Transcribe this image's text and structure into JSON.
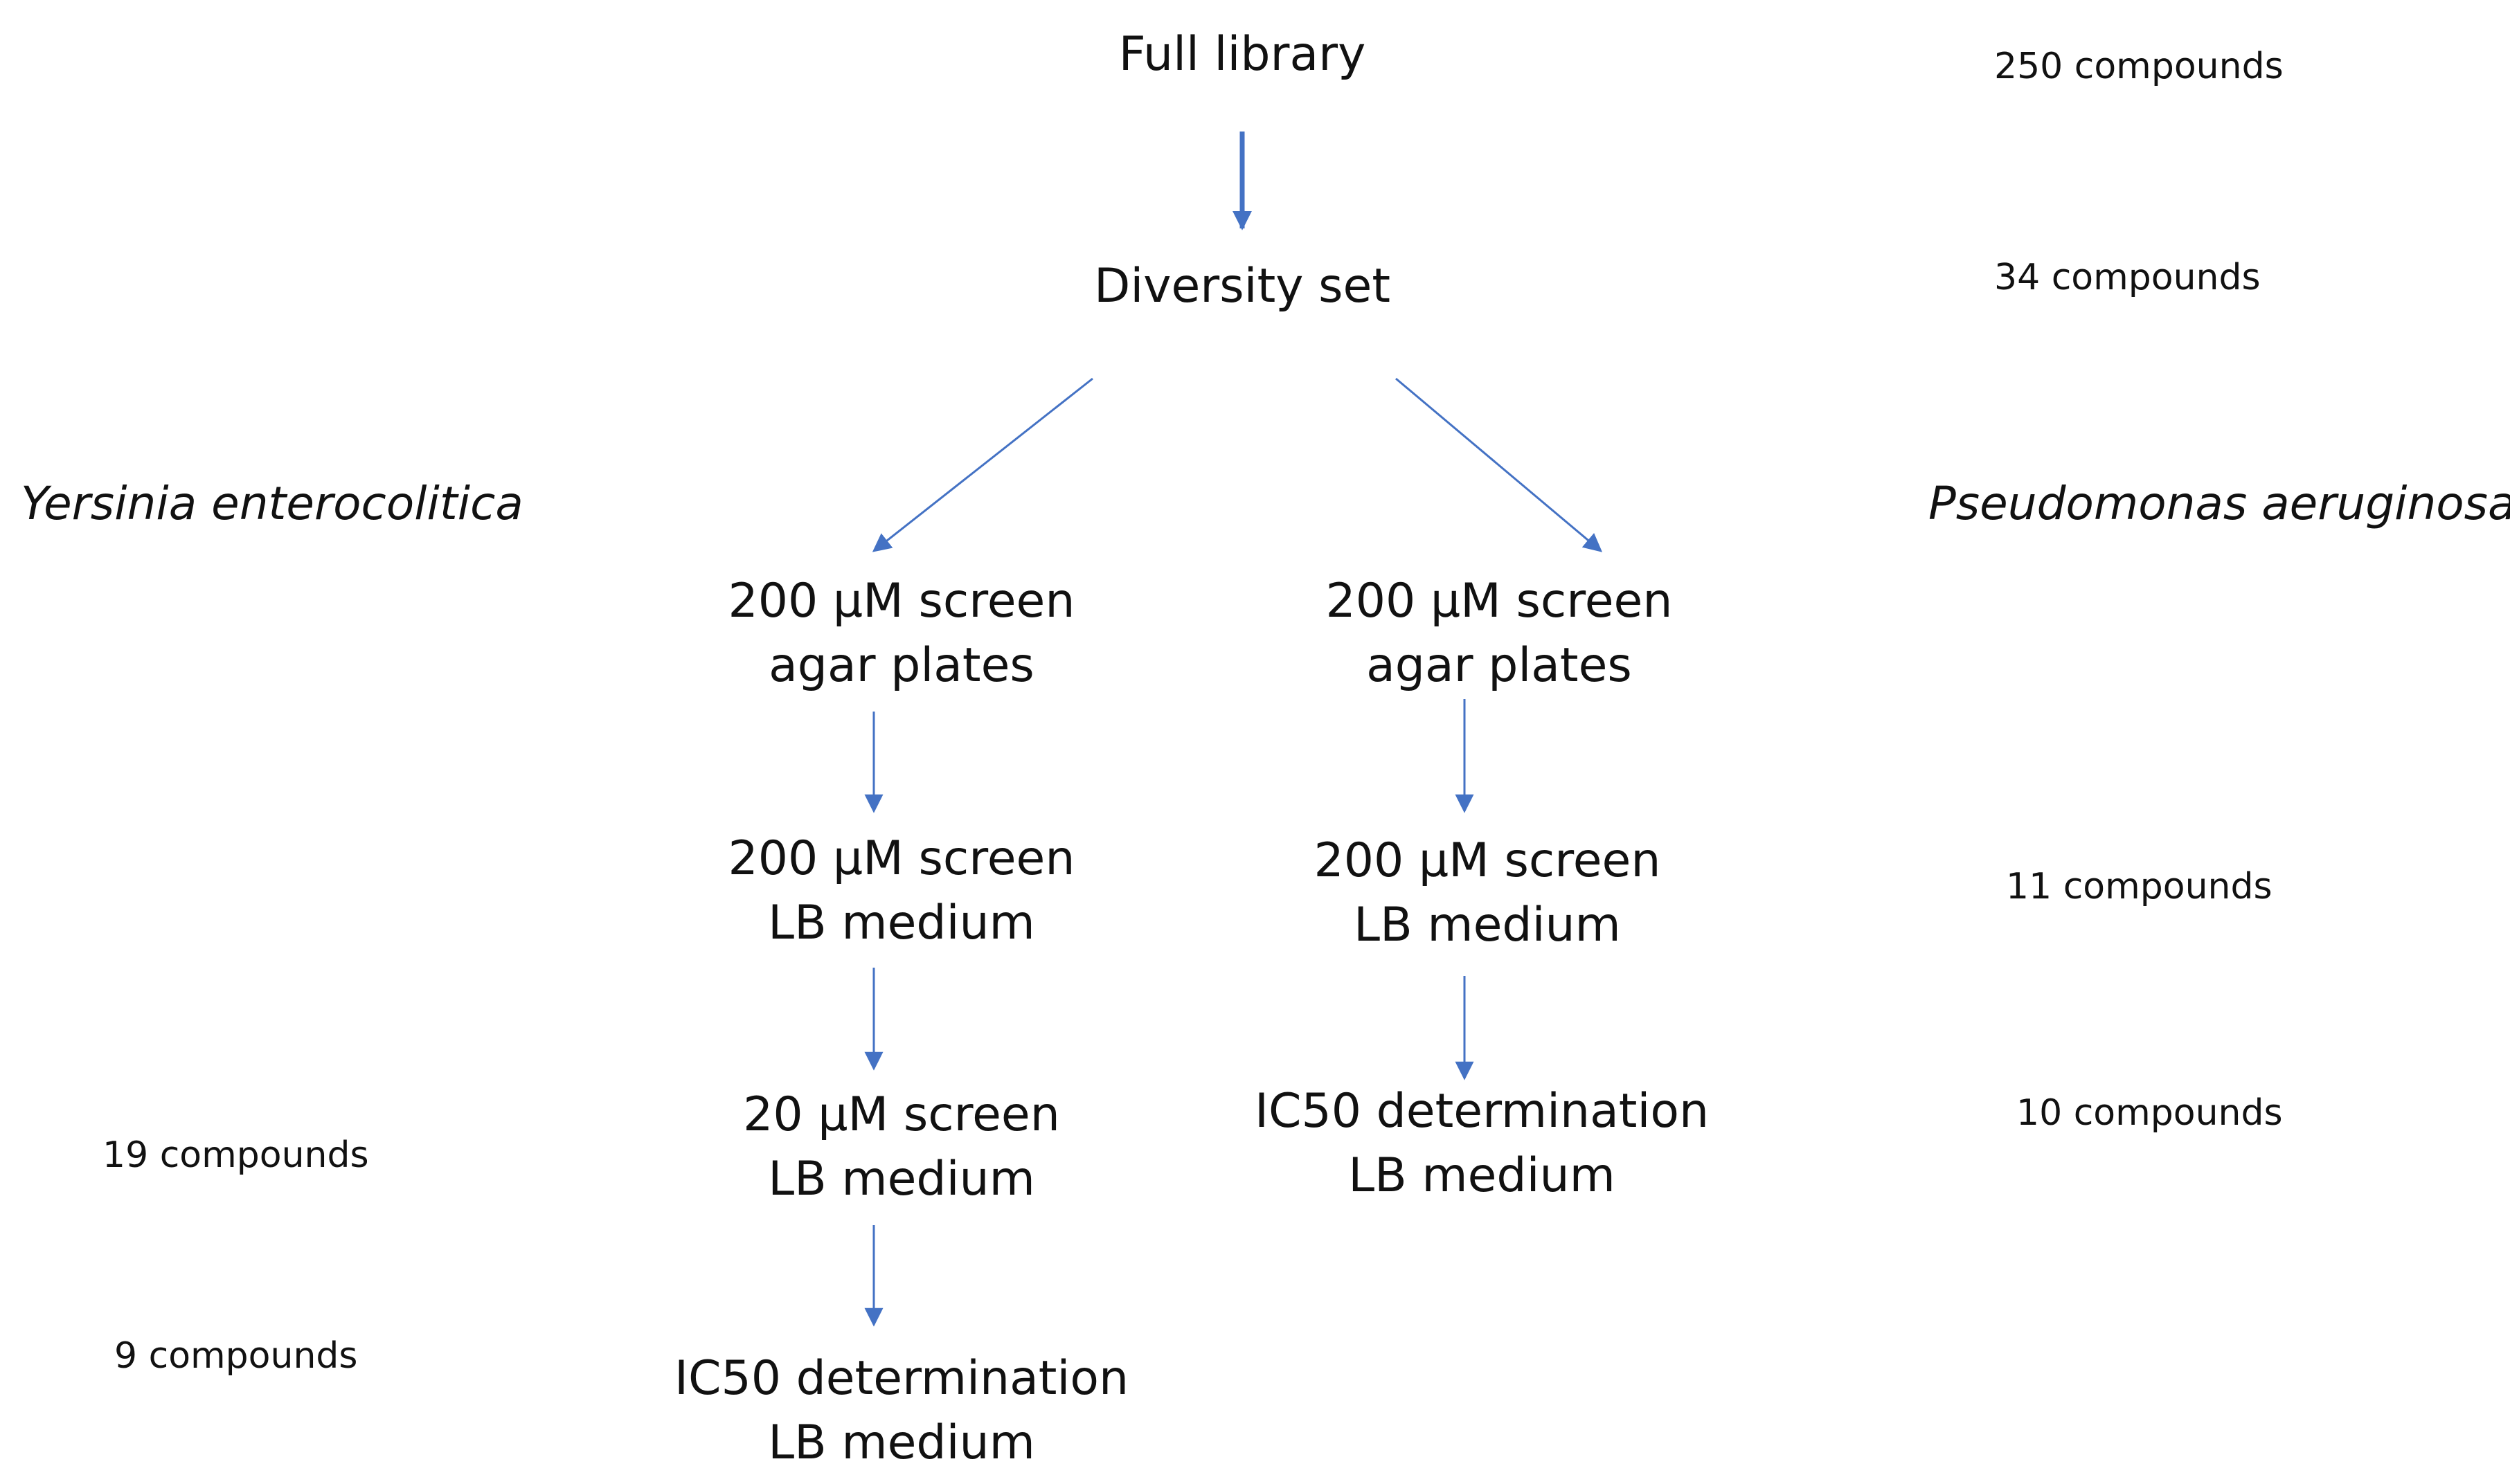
{
  "colors": {
    "arrow": "#4472c4",
    "text": "#111111",
    "background": "#ffffff"
  },
  "nodes": {
    "full_library": "Full library",
    "diversity_set": "Diversity set",
    "y_screen_agar": {
      "line1": "200 µM screen",
      "line2": "agar plates"
    },
    "y_screen_lb": {
      "line1": "200 µM screen",
      "line2": "LB medium"
    },
    "y_screen_20": {
      "line1": "20 µM screen",
      "line2": "LB medium"
    },
    "y_ic50": {
      "line1": "IC50 determination",
      "line2": "LB medium"
    },
    "p_screen_agar": {
      "line1": "200 µM screen",
      "line2": "agar plates"
    },
    "p_screen_lb": {
      "line1": "200 µM screen",
      "line2": "LB medium"
    },
    "p_ic50": {
      "line1": "IC50 determination",
      "line2": "LB medium"
    }
  },
  "organisms": {
    "left": "Yersinia enterocolitica",
    "right": "Pseudomonas  aeruginosa"
  },
  "counts": {
    "full_library": "250 compounds",
    "diversity_set": "34 compounds",
    "p_screen_lb": "11 compounds",
    "p_ic50": "10 compounds",
    "y_screen_20": "19 compounds",
    "y_ic50": "9 compounds"
  }
}
